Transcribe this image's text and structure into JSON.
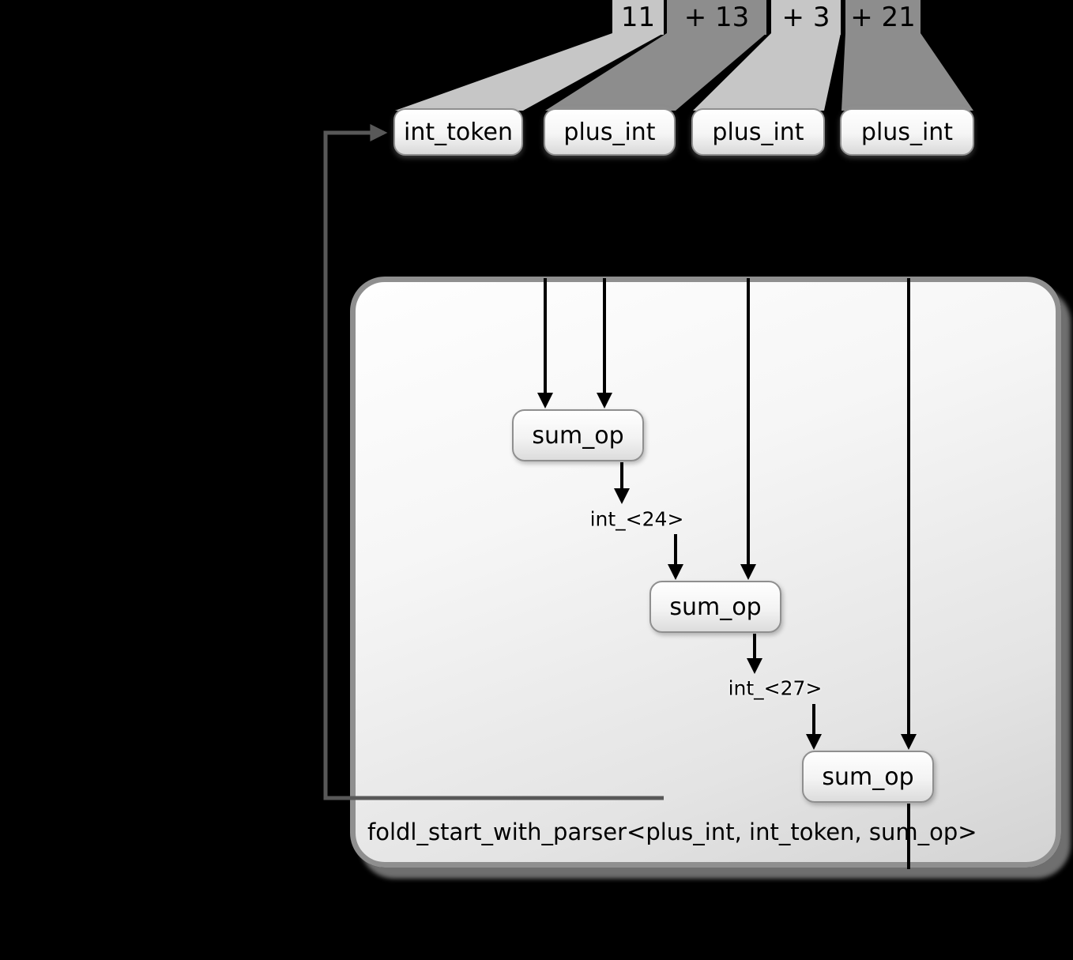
{
  "title": "foldl_start_with_parser evaluation diagram",
  "expression": {
    "segments": [
      {
        "text": "11",
        "shade": "light"
      },
      {
        "text": "+ 13",
        "shade": "dark"
      },
      {
        "text": "+ 3",
        "shade": "light"
      },
      {
        "text": "+ 21",
        "shade": "dark"
      }
    ]
  },
  "parsers": [
    {
      "label": "int_token"
    },
    {
      "label": "plus_int"
    },
    {
      "label": "plus_int"
    },
    {
      "label": "plus_int"
    }
  ],
  "fold_box": {
    "label": "foldl_start_with_parser<plus_int, int_token, sum_op>"
  },
  "operations": [
    {
      "label": "sum_op"
    },
    {
      "label": "sum_op"
    },
    {
      "label": "sum_op"
    }
  ],
  "intermediate_results": [
    {
      "label": "int_<24>"
    },
    {
      "label": "int_<27>"
    }
  ],
  "colors": {
    "background": "#000000",
    "band_light": "#c6c6c6",
    "band_dark": "#8d8d8d",
    "box_border": "#8f8f8f",
    "arrow": "#000000",
    "loop_line": "#585858",
    "fold_shadow": "#6f6f6f"
  }
}
